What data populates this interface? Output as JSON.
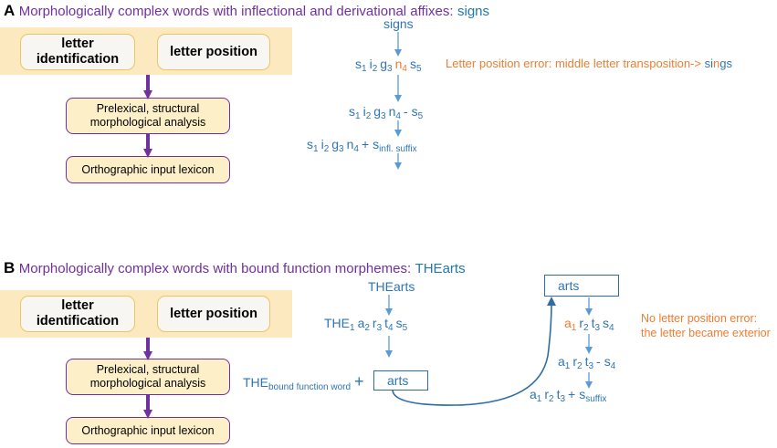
{
  "panelA": {
    "letter": "A",
    "title": "Morphologically complex words with inflectional and derivational affixes:",
    "word": "signs",
    "box_letter_identification": "letter identification",
    "box_letter_position": "letter position",
    "box_prelexical": "Prelexical, structural morphological analysis",
    "box_lexicon": "Orthographic input lexicon",
    "top_word": "signs",
    "error_note": "Letter position error: middle letter transposition->",
    "error_word_1": "si",
    "error_word_2": "n",
    "error_word_3": "gs",
    "row1": [
      {
        "t": "s",
        "s": "1"
      },
      {
        "t": "i",
        "s": "2"
      },
      {
        "t": "g",
        "s": "3"
      },
      {
        "t": "n",
        "s": "4",
        "orange": true
      },
      {
        "t": "s",
        "s": "5"
      }
    ],
    "row2": [
      {
        "t": "s",
        "s": "1"
      },
      {
        "t": "i",
        "s": "2"
      },
      {
        "t": "g",
        "s": "3"
      },
      {
        "t": "n",
        "s": "4"
      },
      {
        "t": "-",
        "s": ""
      },
      {
        "t": "s",
        "s": "5"
      }
    ],
    "row3": [
      {
        "t": "s",
        "s": "1"
      },
      {
        "t": "i",
        "s": "2"
      },
      {
        "t": "g",
        "s": "3"
      },
      {
        "t": "n",
        "s": "4"
      },
      {
        "t": "+",
        "s": ""
      },
      {
        "t": "s",
        "s": "infl. suffix"
      }
    ]
  },
  "panelB": {
    "letter": "B",
    "title": "Morphologically complex words with bound function morphemes:",
    "word": "THEarts",
    "box_letter_identification": "letter identification",
    "box_letter_position": "letter position",
    "box_prelexical": "Prelexical, structural morphological analysis",
    "box_lexicon": "Orthographic input lexicon",
    "top_word": "THEarts",
    "row1": [
      {
        "t": "THE",
        "s": "1"
      },
      {
        "t": "a",
        "s": "2"
      },
      {
        "t": "r",
        "s": "3"
      },
      {
        "t": "t",
        "s": "4"
      },
      {
        "t": "s",
        "s": "5"
      }
    ],
    "function_word": "THE",
    "function_word_sub": "bound function word",
    "plus": "+",
    "boxed_stem_bottom": "arts",
    "boxed_stem_top": "arts",
    "right_row1": [
      {
        "t": "a",
        "s": "1",
        "orange": true
      },
      {
        "t": "r",
        "s": "2"
      },
      {
        "t": "t",
        "s": "3"
      },
      {
        "t": "s",
        "s": "4"
      }
    ],
    "right_row2": [
      {
        "t": "a",
        "s": "1"
      },
      {
        "t": "r",
        "s": "2"
      },
      {
        "t": "t",
        "s": "3"
      },
      {
        "t": "-",
        "s": ""
      },
      {
        "t": "s",
        "s": "4"
      }
    ],
    "right_row3": [
      {
        "t": "a",
        "s": "1"
      },
      {
        "t": "r",
        "s": "2"
      },
      {
        "t": "t",
        "s": "3"
      },
      {
        "t": "+",
        "s": ""
      },
      {
        "t": "s",
        "s": "suffix"
      }
    ],
    "note_line1": "No letter position error:",
    "note_line2": "the letter became exterior"
  },
  "colors": {
    "purple": "#7030a0",
    "blue": "#2e75b6",
    "orange": "#ed7d31",
    "band": "#fce9c0"
  }
}
